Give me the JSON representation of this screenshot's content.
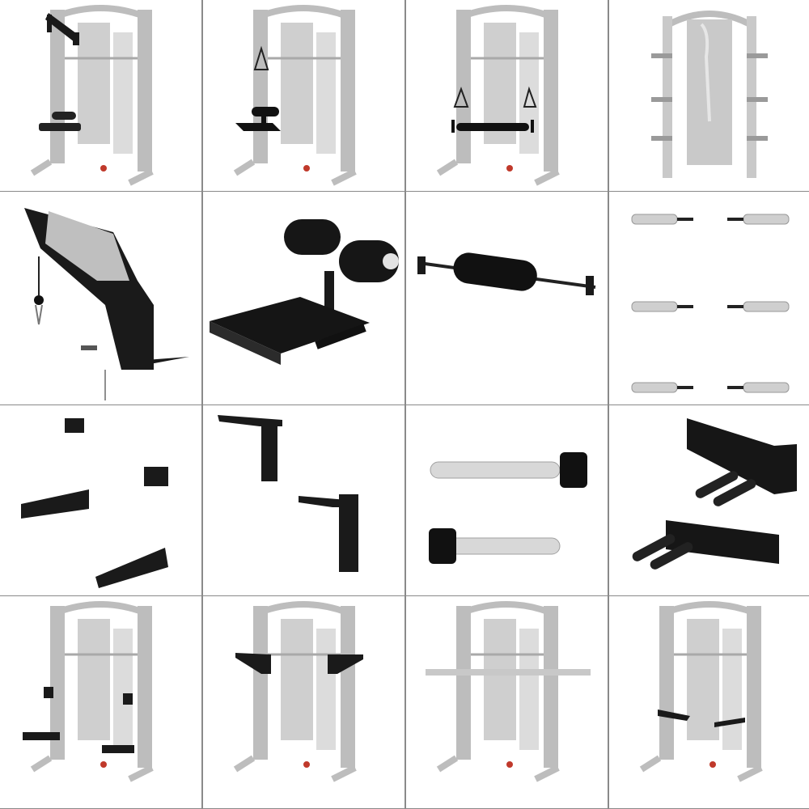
{
  "colors": {
    "background": "#ffffff",
    "grid_lines": "#8a8a8a",
    "frame_ghost": "#bdbdbd",
    "frame_dark": "#9a9a9a",
    "attachment_black": "#1a1a1a",
    "chrome": "#c8c8c8",
    "pad_black": "#111111",
    "accent_red": "#c0392b"
  },
  "panels": [
    {
      "subject": "rack-with-lat-pulldown-arm",
      "icon": "rack-pulldown-icon"
    },
    {
      "subject": "rack-with-leg-roller-seat",
      "icon": "rack-leg-roller-icon"
    },
    {
      "subject": "rack-with-hip-thrust-pad",
      "icon": "rack-hip-pad-icon"
    },
    {
      "subject": "rack-with-weight-horns-and-curl-bar",
      "icon": "rack-horns-icon"
    },
    {
      "subject": "lat-pulldown-attachment",
      "icon": "pulldown-arm-icon"
    },
    {
      "subject": "leg-roller-seat-attachment",
      "icon": "leg-roller-icon"
    },
    {
      "subject": "padded-hip-bar",
      "icon": "hip-bar-icon"
    },
    {
      "subject": "weight-storage-horns-set",
      "icon": "weight-horns-icon"
    },
    {
      "subject": "spotter-arms-and-j-hooks",
      "icon": "spotter-arms-icon"
    },
    {
      "subject": "dip-bar-attachments",
      "icon": "dip-bar-icon"
    },
    {
      "subject": "landmine-weight-posts",
      "icon": "weight-post-icon"
    },
    {
      "subject": "double-post-storage-brackets",
      "icon": "storage-bracket-icon"
    },
    {
      "subject": "rack-with-spotter-arms",
      "icon": "rack-spotter-icon"
    },
    {
      "subject": "rack-with-dip-bars",
      "icon": "rack-dip-icon"
    },
    {
      "subject": "rack-with-barbell-on-smith",
      "icon": "rack-barbell-icon"
    },
    {
      "subject": "rack-with-low-dip-handles",
      "icon": "rack-low-handles-icon"
    }
  ]
}
